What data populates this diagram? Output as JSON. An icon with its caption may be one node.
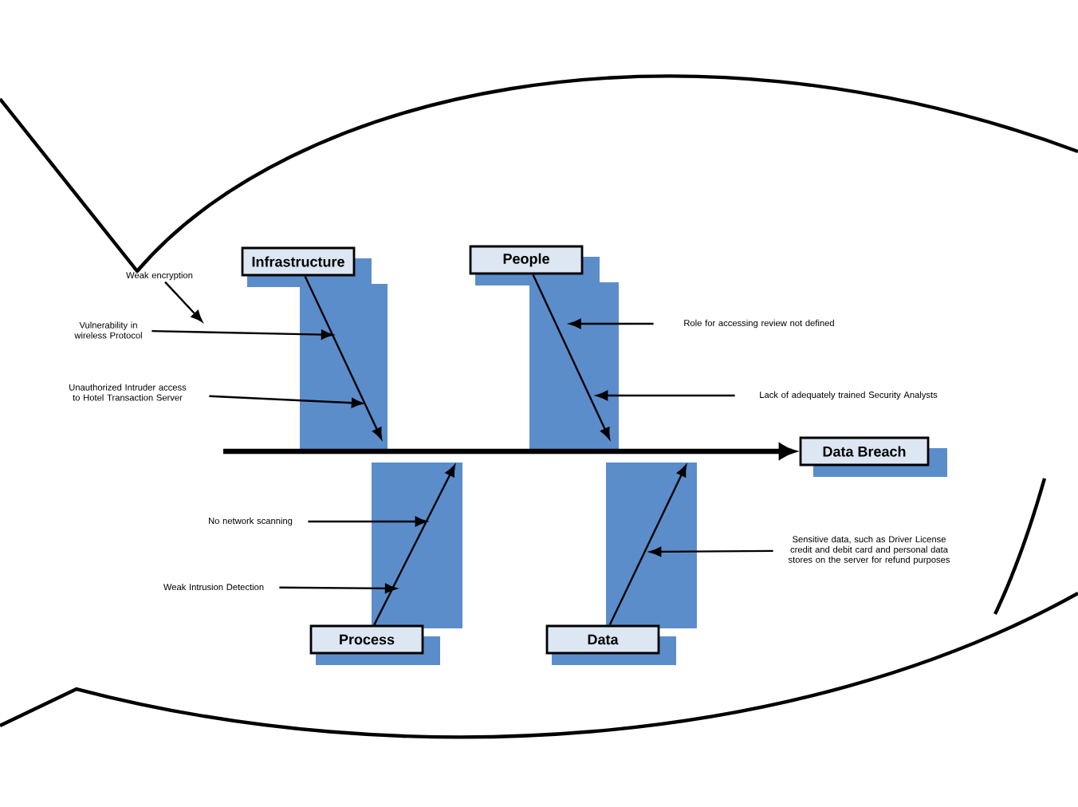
{
  "diagram": {
    "nodes": [
      {
        "text": [
          "Infrastructure"
        ]
      },
      {
        "text": [
          "People"
        ]
      },
      {
        "text": [
          "Process"
        ]
      },
      {
        "text": [
          "Data"
        ]
      },
      {
        "text": [
          "Data Breach"
        ]
      },
      {
        "text": [
          "Weak encryption"
        ]
      },
      {
        "text": [
          "Vulnerability in wireless Protocol"
        ]
      },
      {
        "text": [
          "Unauthorized Intruder access to Hotel Transaction Server"
        ]
      },
      {
        "text": [
          "Role for accessing review not defined"
        ]
      },
      {
        "text": [
          "Lack of adequately trained Security Analysts"
        ]
      },
      {
        "text": [
          "No network scanning"
        ]
      },
      {
        "text": [
          "Weak Intrusion Detection"
        ]
      },
      {
        "text": [
          "Sensitive data, such as Driver License credit and debit card and personal data stores on the server for refund purposes"
        ]
      }
    ],
    "edges": [
      {
        "from": null,
        "to": 4,
        "arrow": "to",
        "style": "thick"
      },
      {
        "from": 0,
        "to": null,
        "arrow": "to"
      },
      {
        "from": 1,
        "to": null,
        "arrow": "to"
      },
      {
        "from": 2,
        "to": null,
        "arrow": "to"
      },
      {
        "from": 3,
        "to": null,
        "arrow": "to"
      },
      {
        "from": 5,
        "to": null,
        "arrow": "to"
      },
      {
        "from": 6,
        "to": 0,
        "arrow": "to"
      },
      {
        "from": 7,
        "to": 0,
        "arrow": "to"
      },
      {
        "from": 8,
        "to": 1,
        "arrow": "to"
      },
      {
        "from": 9,
        "to": 1,
        "arrow": "to"
      },
      {
        "from": 10,
        "to": 2,
        "arrow": "to"
      },
      {
        "from": 11,
        "to": 2,
        "arrow": "to"
      },
      {
        "from": 12,
        "to": 3,
        "arrow": "to"
      }
    ]
  }
}
